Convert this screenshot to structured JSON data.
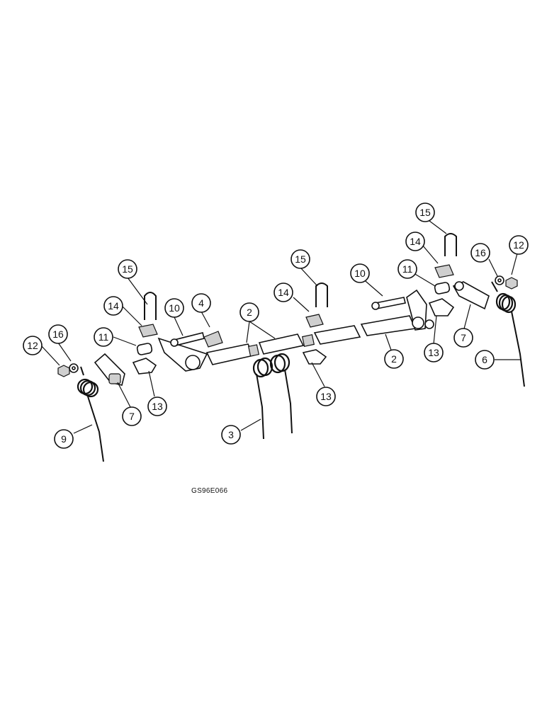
{
  "figure_code": "GS96E066",
  "callouts": [
    "15",
    "14",
    "10",
    "11",
    "12",
    "16",
    "7",
    "13",
    "9",
    "4",
    "2",
    "3",
    "6"
  ]
}
